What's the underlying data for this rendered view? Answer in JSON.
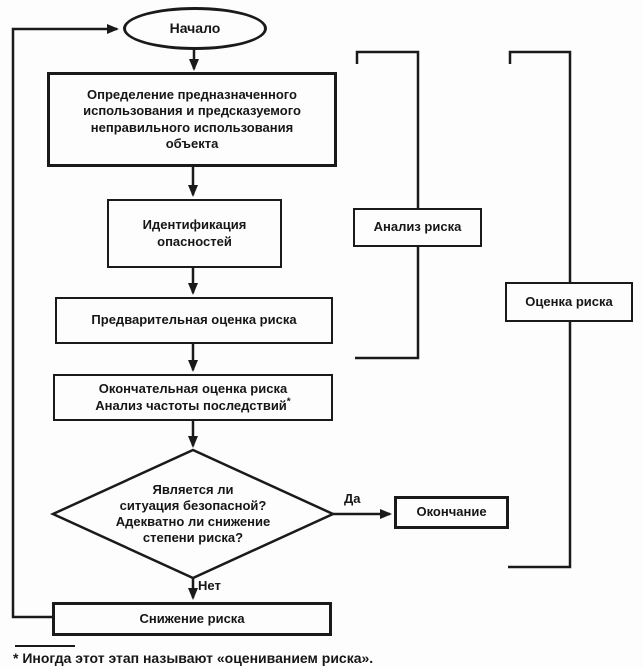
{
  "diagram": {
    "start_label": "Начало",
    "nodes": {
      "define_use": {
        "lines": [
          "Определение предназначенного",
          "использования и предсказуемого",
          "неправильного использования",
          "объекта"
        ]
      },
      "hazard_id": {
        "lines": [
          "Идентификация",
          "опасностей"
        ]
      },
      "preliminary": {
        "label": "Предварительная оценка риска"
      },
      "final": {
        "line1": "Окончательная оценка риска",
        "line2": "Анализ частоты последствий",
        "footnote_marker": "*"
      },
      "decision": {
        "lines": [
          "Является ли",
          "ситуация безопасной?",
          "Адекватно ли снижение",
          "степени риска?"
        ]
      },
      "end": {
        "label": "Окончание"
      },
      "reduce": {
        "label": "Снижение риска"
      }
    },
    "edge_labels": {
      "yes": "Да",
      "no": "Нет"
    },
    "group_labels": {
      "risk_analysis": "Анализ риска",
      "risk_assessment": "Оценка риска"
    },
    "footnote": {
      "marker": "*",
      "text": "Иногда этот этап называют «оцениванием риска»."
    },
    "colors": {
      "line": "#1a1a1a",
      "background": "#fdfdfd",
      "text": "#161616"
    }
  }
}
